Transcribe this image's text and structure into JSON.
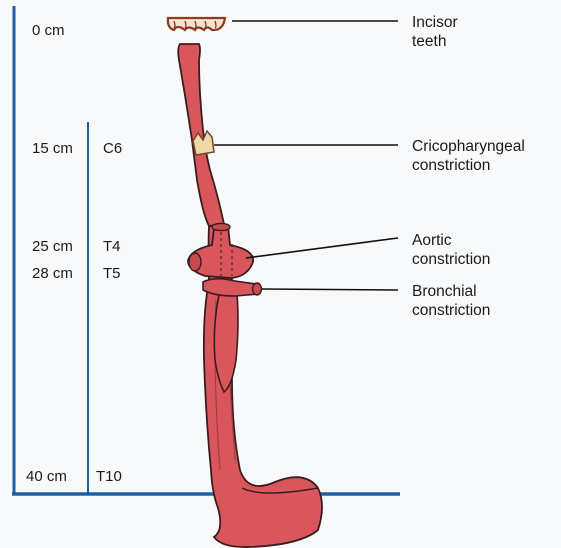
{
  "scale": {
    "marks": [
      {
        "cm": "0 cm",
        "vertebra": ""
      },
      {
        "cm": "15 cm",
        "vertebra": "C6"
      },
      {
        "cm": "25 cm",
        "vertebra": "T4"
      },
      {
        "cm": "28 cm",
        "vertebra": "T5"
      },
      {
        "cm": "40 cm",
        "vertebra": "T10"
      }
    ]
  },
  "labels": {
    "incisor": [
      "Incisor",
      "teeth"
    ],
    "cricopharyngeal": [
      "Cricopharyngeal",
      "constriction"
    ],
    "aortic": [
      "Aortic",
      "constriction"
    ],
    "bronchial": [
      "Bronchial",
      "constriction"
    ]
  },
  "colors": {
    "axis": "#1f5fa6",
    "esophagus_fill": "#d9575c",
    "esophagus_edge": "#3a1d1f",
    "sphincter": "#f2d7a8",
    "teeth": "#9a4a2a"
  }
}
